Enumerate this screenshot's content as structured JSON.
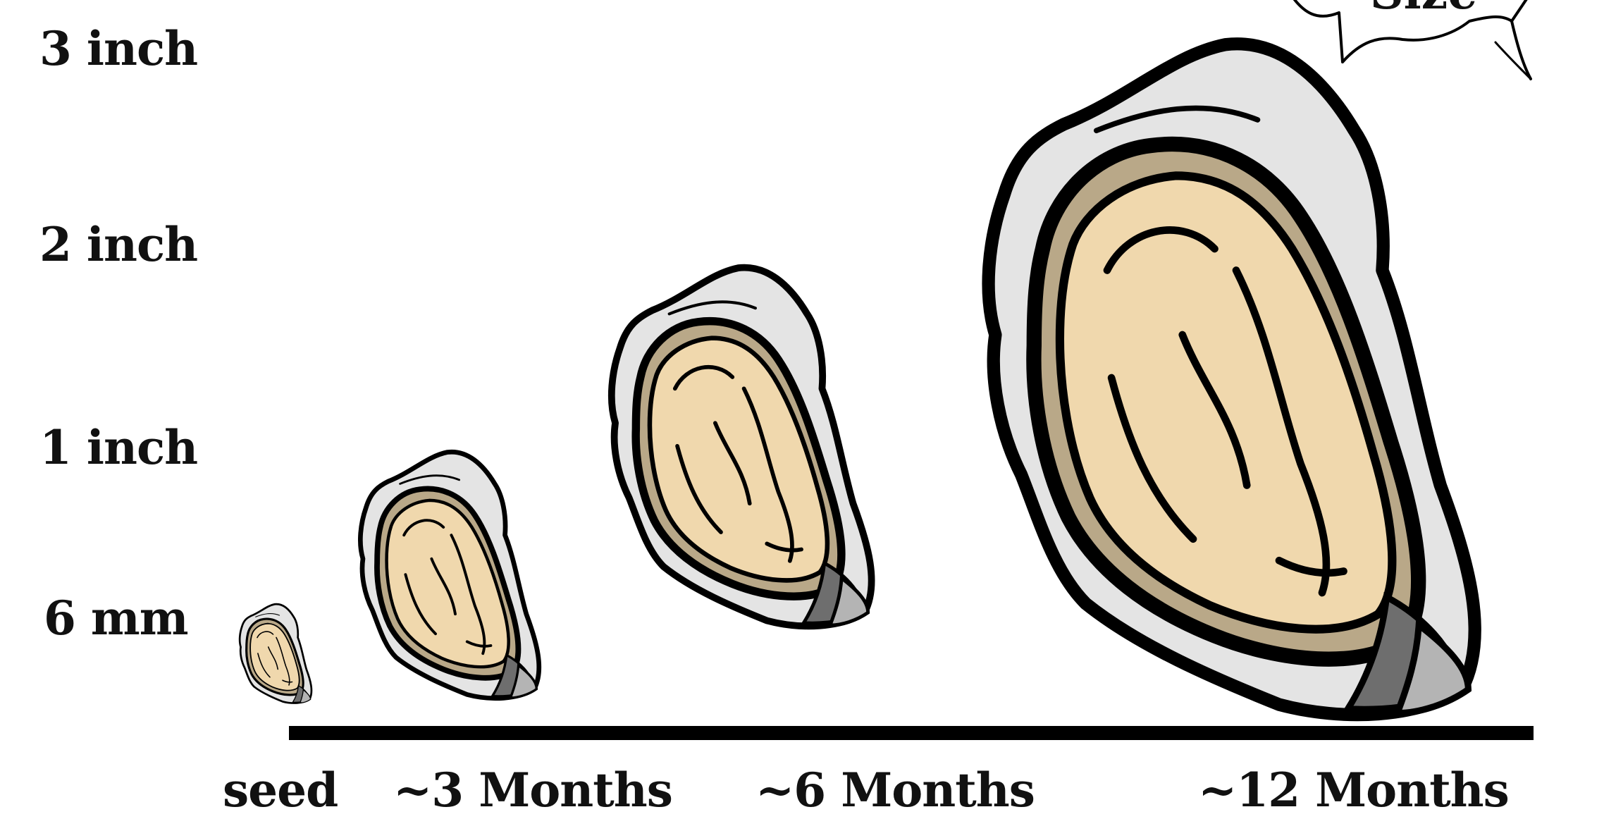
{
  "y_axis": {
    "labels": [
      "3 inch",
      "2 inch",
      "1 inch",
      "6 mm"
    ]
  },
  "x_axis": {
    "labels": [
      "seed",
      "~3 Months",
      "~6 Months",
      "~12 Months"
    ]
  },
  "callout": {
    "partial_text": "Size"
  },
  "colors": {
    "outer_shell": "#e4e4e4",
    "lip": "#b9a888",
    "meat": "#f0d8ad",
    "hinge_dark": "#6e6e6e",
    "hinge_light": "#b4b4b4",
    "outline": "#000000",
    "baseline": "#000000"
  },
  "oysters": [
    {
      "stage": "seed",
      "icon": "oyster-icon"
    },
    {
      "stage": "~3 Months",
      "icon": "oyster-icon"
    },
    {
      "stage": "~6 Months",
      "icon": "oyster-icon"
    },
    {
      "stage": "~12 Months",
      "icon": "oyster-icon"
    }
  ]
}
